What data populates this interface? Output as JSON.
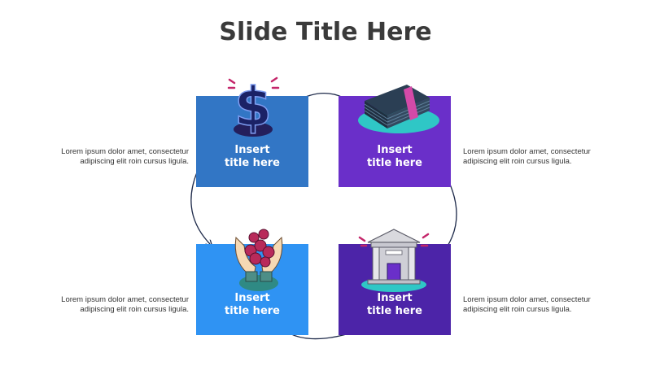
{
  "slide": {
    "title": "Slide Title Here"
  },
  "colors": {
    "box1": "#3276c5",
    "box2": "#6a2fc9",
    "box3": "#2f93f3",
    "box4": "#4c24a8",
    "arrow": "#1e2a4a"
  },
  "boxes": [
    {
      "title_line1": "Insert",
      "title_line2": "title here",
      "icon": "dollar-sign-icon"
    },
    {
      "title_line1": "Insert",
      "title_line2": "title here",
      "icon": "money-stack-icon"
    },
    {
      "title_line1": "Insert",
      "title_line2": "title here",
      "icon": "hands-coins-icon"
    },
    {
      "title_line1": "Insert",
      "title_line2": "title here",
      "icon": "bank-building-icon"
    }
  ],
  "descriptions": [
    {
      "line1": "Lorem ipsum dolor amet, consectetur",
      "line2": "adipiscing elit roin cursus ligula."
    },
    {
      "line1": "Lorem ipsum dolor amet, consectetur",
      "line2": "adipiscing elit roin cursus ligula."
    },
    {
      "line1": "Lorem ipsum dolor amet, consectetur",
      "line2": "adipiscing elit roin cursus ligula."
    },
    {
      "line1": "Lorem ipsum dolor amet, consectetur",
      "line2": "adipiscing elit roin cursus ligula."
    }
  ]
}
